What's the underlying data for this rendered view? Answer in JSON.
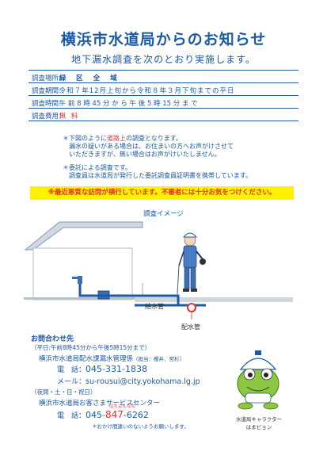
{
  "header": {
    "title": "横浜市水道局からのお知らせ",
    "subtitle": "地下漏水調査を次のとおり実施します。"
  },
  "info": {
    "location_label": "調査場所：",
    "location_value": "緑 区 全 域",
    "period_label": "調査期間：",
    "period_value": "令和７年12月上旬から令和８年３月下旬までの平日",
    "time_label": "調査時間：",
    "time_value": "午 前 8 時 45 分 か ら 午 後 5 時 15 分 ま で",
    "cost_label": "調査費用：",
    "cost_value": "無 料"
  },
  "notes": {
    "n1_prefix": "＊下図のように",
    "n1_red": "道路上",
    "n1_suffix": "の調査となります。",
    "n1_line2": "漏水の疑いがある場合は、お住まいの方へお声がけさせて",
    "n1_line3": "いただきますが、無い場合はお声がけいたしません。",
    "n2_line1": "＊委託による調査です。",
    "n2_line2": "調査員は水道局が発行した委託調査員証明書を携帯しています。"
  },
  "warning": "※最近悪質な訪問が横行しています。不審者には十分お気をつけください。",
  "diagram": {
    "title": "調査イメージ",
    "label_supply": "給水管",
    "label_main": "配水管"
  },
  "contact": {
    "heading": "お問合わせ先",
    "weekday_hours": "（平日:午前8時45分から午後5時15分まで）",
    "office_name": "横浜市水道局配水課漏水管理係",
    "office_contact": "（担当：櫻井、宮杉）",
    "tel_label": "電　話：",
    "tel_number": "045-331-1838",
    "mail_label": "メール：",
    "mail_address": "su-rousui@city.yokohama.lg.jp",
    "holiday_hours": "（夜間・土・日・祝日）",
    "center_name": "横浜市水道局お客さまサービスセンター",
    "ruby": "はちよんなな",
    "tel2_prefix": "045-",
    "tel2_middle": "847",
    "tel2_suffix": "-6262",
    "footnote": "＊おかけ間違いのないようお願いします。"
  },
  "mascot": {
    "caption1": "水道局キャラクター",
    "caption2": "はまピョン"
  },
  "colors": {
    "blue": "#1a5aa6",
    "red": "#e5332a",
    "yellow": "#fff100"
  }
}
